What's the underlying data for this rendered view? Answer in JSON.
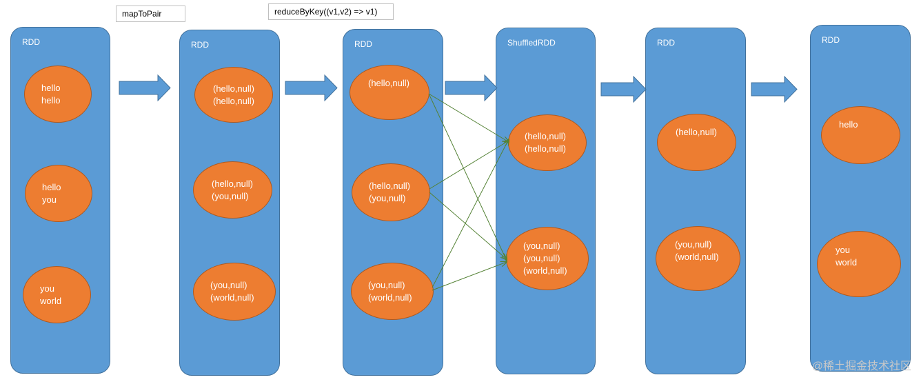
{
  "operations": {
    "map_to_pair": "mapToPair",
    "reduce_by_key": "reduceByKey((v1,v2) => v1)"
  },
  "stages": [
    {
      "title": "RDD",
      "partitions": [
        [
          "hello",
          "hello"
        ],
        [
          "hello",
          "you"
        ],
        [
          "you",
          "world"
        ]
      ]
    },
    {
      "title": "RDD",
      "partitions": [
        [
          "(hello,null)",
          "(hello,null)"
        ],
        [
          "(hello,null)",
          "(you,null)"
        ],
        [
          "(you,null)",
          "(world,null)"
        ]
      ]
    },
    {
      "title": "RDD",
      "partitions": [
        [
          "(hello,null)"
        ],
        [
          "(hello,null)",
          "(you,null)"
        ],
        [
          "(you,null)",
          "(world,null)"
        ]
      ]
    },
    {
      "title": "ShuffledRDD",
      "partitions": [
        [
          "(hello,null)",
          "(hello,null)"
        ],
        [
          "(you,null)",
          "(you,null)",
          "(world,null)"
        ]
      ]
    },
    {
      "title": "RDD",
      "partitions": [
        [
          "(hello,null)"
        ],
        [
          "(you,null)",
          "(world,null)"
        ]
      ]
    },
    {
      "title": "RDD",
      "partitions": [
        [
          "hello"
        ],
        [
          "you",
          "world"
        ]
      ]
    }
  ],
  "colors": {
    "rdd_fill": "#5b9bd5",
    "partition_fill": "#ed7d31",
    "shuffle_line": "#548235"
  },
  "watermark": "@稀土掘金技术社区"
}
